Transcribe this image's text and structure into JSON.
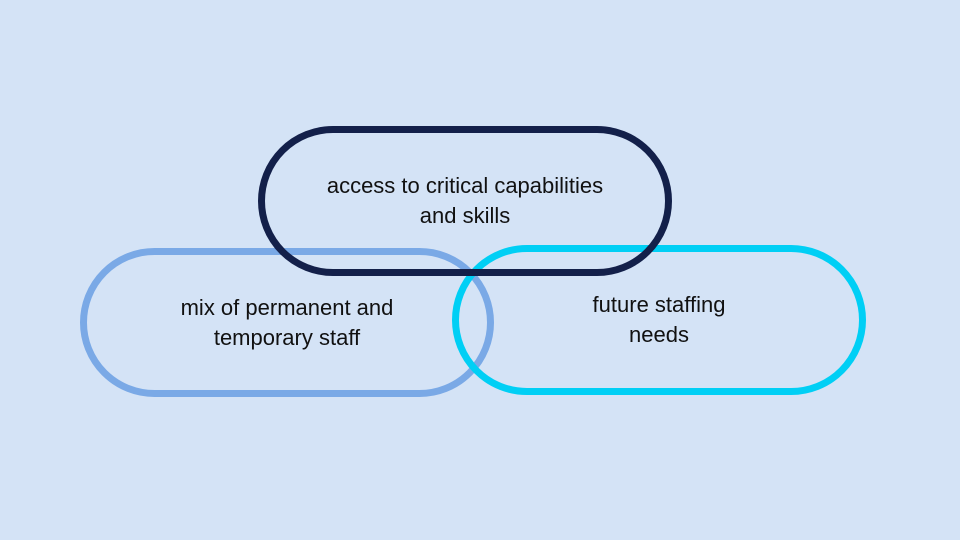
{
  "diagram": {
    "nodes": [
      {
        "id": "top",
        "text": "access to critical capabilities\nand skills",
        "color": "#13204a"
      },
      {
        "id": "left",
        "text": "mix of permanent and\ntemporary staff",
        "color": "#7aa9e6"
      },
      {
        "id": "right",
        "text": "future staffing\nneeds",
        "color": "#00cff5"
      }
    ],
    "background": "#d4e3f6"
  }
}
